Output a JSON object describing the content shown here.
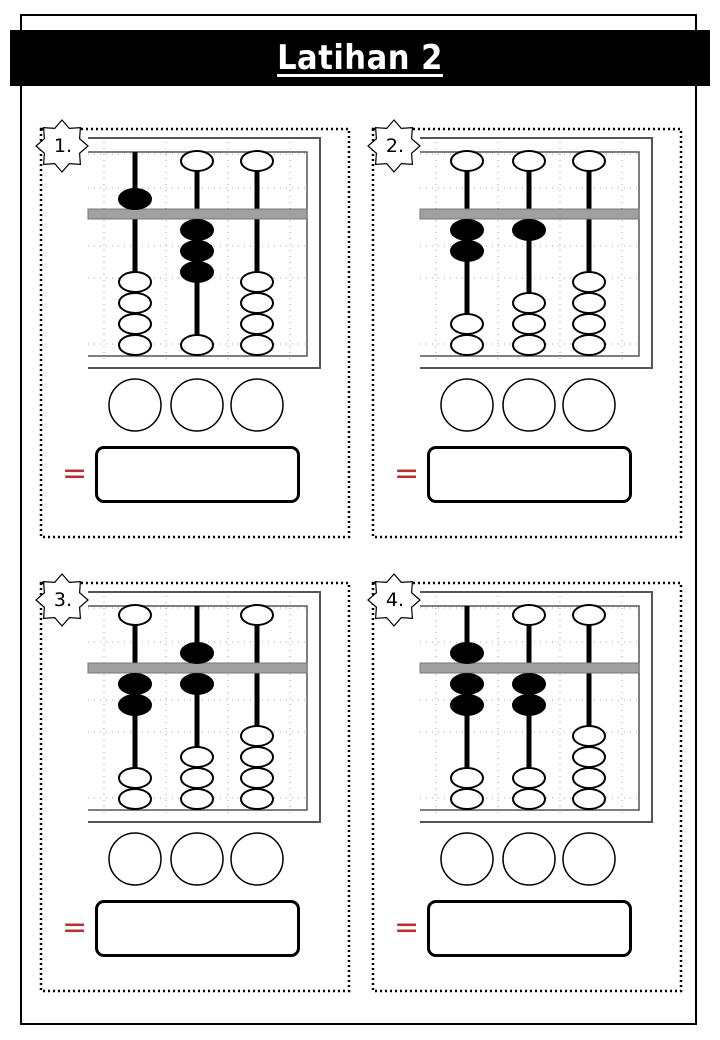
{
  "title": "Latihan 2",
  "equals_sign": "=",
  "colors": {
    "bead_filled": "#000000",
    "bead_empty": "#ffffff",
    "beam": "#a0a0a0",
    "equals": "#e02020"
  },
  "exercises": [
    {
      "label": "1.",
      "rods": [
        {
          "upper_filled": 1,
          "lower_filled": 0
        },
        {
          "upper_filled": 0,
          "lower_filled": 3
        },
        {
          "upper_filled": 0,
          "lower_filled": 0
        }
      ]
    },
    {
      "label": "2.",
      "rods": [
        {
          "upper_filled": 0,
          "lower_filled": 2
        },
        {
          "upper_filled": 0,
          "lower_filled": 1
        },
        {
          "upper_filled": 0,
          "lower_filled": 0
        }
      ]
    },
    {
      "label": "3.",
      "rods": [
        {
          "upper_filled": 0,
          "lower_filled": 2
        },
        {
          "upper_filled": 1,
          "lower_filled": 1
        },
        {
          "upper_filled": 0,
          "lower_filled": 0
        }
      ]
    },
    {
      "label": "4.",
      "rods": [
        {
          "upper_filled": 1,
          "lower_filled": 2
        },
        {
          "upper_filled": 0,
          "lower_filled": 2
        },
        {
          "upper_filled": 0,
          "lower_filled": 0
        }
      ]
    }
  ]
}
